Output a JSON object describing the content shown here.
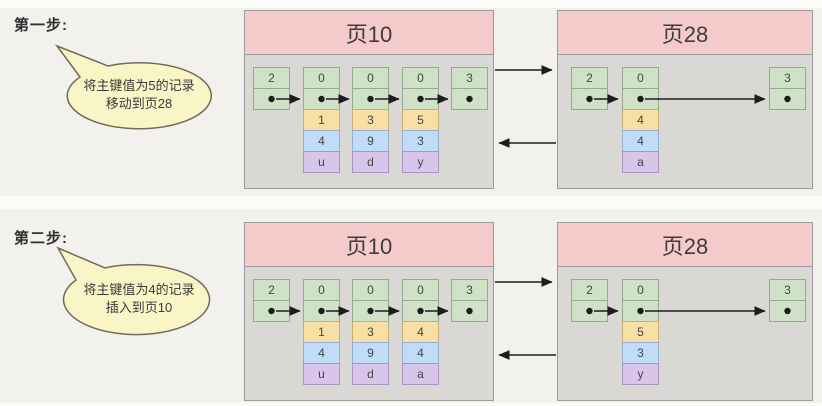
{
  "colors": {
    "pageHeader": "#f5caca",
    "pageBody": "#d9d8d5",
    "recordCell": "#cfe2c7",
    "keyCell": "#f8dfa3",
    "dataCell1": "#c1dcf8",
    "dataCell2": "#d8c5e9",
    "bubbleFill": "#f9f5c6",
    "bubbleStroke": "#716b59",
    "arrow": "#1c1c1c"
  },
  "steps": [
    {
      "label": "第一步:",
      "bubble": [
        "将主键值为5的记录",
        "移动到页28"
      ],
      "pages": [
        {
          "title": "页10",
          "columns": [
            {
              "type": "2",
              "cells": []
            },
            {
              "type": "0",
              "cells": [
                "1",
                "4",
                "u"
              ]
            },
            {
              "type": "0",
              "cells": [
                "3",
                "9",
                "d"
              ]
            },
            {
              "type": "0",
              "cells": [
                "5",
                "3",
                "y"
              ]
            },
            {
              "type": "3",
              "cells": []
            }
          ]
        },
        {
          "title": "页28",
          "columns": [
            {
              "type": "2",
              "cells": []
            },
            {
              "type": "0",
              "cells": [
                "4",
                "4",
                "a"
              ]
            },
            {
              "type": "3",
              "cells": []
            }
          ]
        }
      ]
    },
    {
      "label": "第二步:",
      "bubble": [
        "将主键值为4的记录",
        "插入到页10"
      ],
      "pages": [
        {
          "title": "页10",
          "columns": [
            {
              "type": "2",
              "cells": []
            },
            {
              "type": "0",
              "cells": [
                "1",
                "4",
                "u"
              ]
            },
            {
              "type": "0",
              "cells": [
                "3",
                "9",
                "d"
              ]
            },
            {
              "type": "0",
              "cells": [
                "4",
                "4",
                "a"
              ]
            },
            {
              "type": "3",
              "cells": []
            }
          ]
        },
        {
          "title": "页28",
          "columns": [
            {
              "type": "2",
              "cells": []
            },
            {
              "type": "0",
              "cells": [
                "5",
                "3",
                "y"
              ]
            },
            {
              "type": "3",
              "cells": []
            }
          ]
        }
      ]
    }
  ]
}
